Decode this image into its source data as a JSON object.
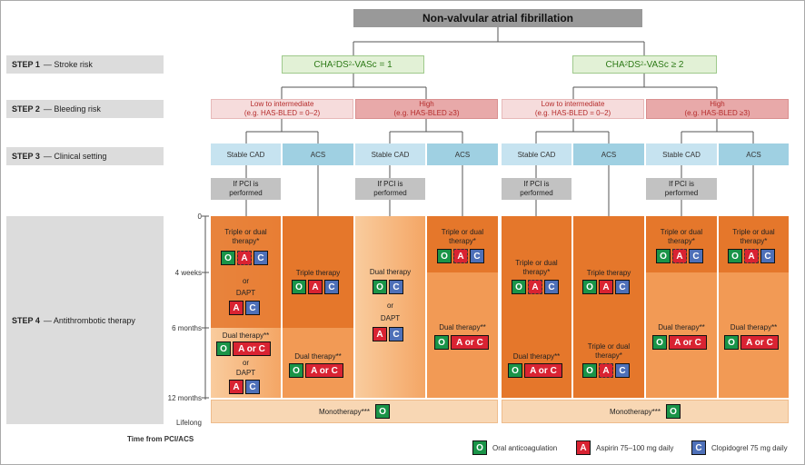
{
  "title": "Non-valvular atrial fibrillation",
  "steps": [
    {
      "bold": "STEP 1",
      "text": "— Stroke risk"
    },
    {
      "bold": "STEP 2",
      "text": "— Bleeding risk"
    },
    {
      "bold": "STEP 3",
      "text": "— Clinical setting"
    },
    {
      "bold": "STEP 4",
      "text": "— Antithrombotic therapy"
    }
  ],
  "stroke_risk": {
    "left_prefix": "CHA",
    "left_sub2": "2",
    "left_mid": "DS",
    "left_suffix": "-VASc = 1",
    "right_suffix": "-VASc ≥ 2"
  },
  "bleeding": {
    "low": "Low to intermediate",
    "low_sub": "(e.g. HAS-BLED = 0–2)",
    "high": "High",
    "high_sub": "(e.g. HAS-BLED ≥3)"
  },
  "setting": {
    "stable": "Stable CAD",
    "stable2": "Stable  CAD",
    "acs": "ACS",
    "pci1": "If PCI is",
    "pci2": "performed"
  },
  "time": {
    "t0": "0",
    "t4": "4 weeks",
    "t6": "6 months",
    "t12": "12 months",
    "life": "Lifelong",
    "axis": "Time from PCI/ACS"
  },
  "therapy": {
    "triple_dual1": "Triple or dual",
    "triple_dual2": "therapy*",
    "or": "or",
    "dapt": "DAPT",
    "dual_ss": "Dual therapy**",
    "triple": "Triple therapy",
    "dual": "Dual therapy",
    "mono": "Monotherapy***",
    "a_or_c": "A or C"
  },
  "letters": {
    "O": "O",
    "A": "A",
    "C": "C"
  },
  "legend": {
    "oac": "Oral anticoagulation",
    "asp": "Aspirin 75–100 mg daily",
    "clo": "Clopidogrel 75 mg daily"
  },
  "colors": {
    "oac": "#1a9448",
    "aspirin": "#d92332",
    "clopidogrel": "#4e70b8",
    "therapy_dark": "#e5772b",
    "therapy_light": "#f7b47c"
  }
}
